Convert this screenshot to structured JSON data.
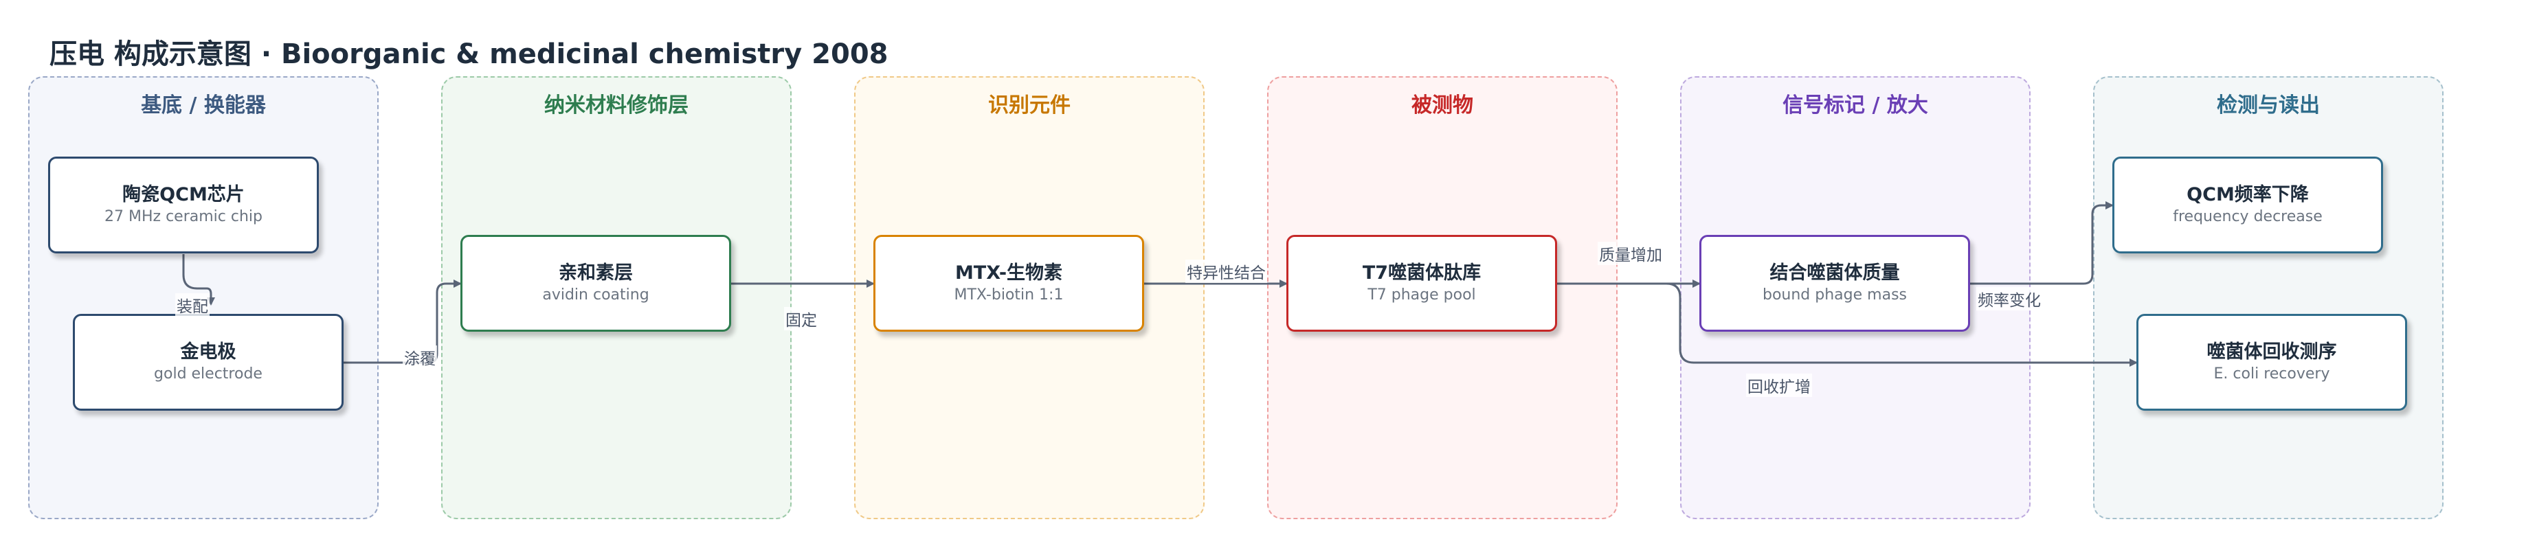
{
  "title": "压电 构成示意图 · Bioorganic & medicinal chemistry 2008",
  "groups": [
    {
      "label": "基底 / 换能器",
      "color": "#3d5a80",
      "bg": "#f4f6fb",
      "border": "#9aa8c7"
    },
    {
      "label": "纳米材料修饰层",
      "color": "#2e7d4f",
      "bg": "#f1f8f2",
      "border": "#9ccaa8"
    },
    {
      "label": "识别元件",
      "color": "#c77700",
      "bg": "#fffaf0",
      "border": "#f0c987"
    },
    {
      "label": "被测物",
      "color": "#c62828",
      "bg": "#fff4f4",
      "border": "#ee9f9f"
    },
    {
      "label": "信号标记 / 放大",
      "color": "#6a3fb5",
      "bg": "#f7f4fc",
      "border": "#bda9de"
    },
    {
      "label": "检测与读出",
      "color": "#2f6d8c",
      "bg": "#f3f7f8",
      "border": "#a5c0cc"
    }
  ],
  "nodes": [
    {
      "id": "qcm_chip",
      "title": "陶瓷QCM芯片",
      "sub": "27 MHz ceramic chip",
      "border": "#2d4a6e"
    },
    {
      "id": "gold_electrode",
      "title": "金电极",
      "sub": "gold electrode",
      "border": "#2d4a6e"
    },
    {
      "id": "avidin",
      "title": "亲和素层",
      "sub": "avidin coating",
      "border": "#2e7d4f"
    },
    {
      "id": "mtx",
      "title": "MTX-生物素",
      "sub": "MTX-biotin 1:1",
      "border": "#d98300"
    },
    {
      "id": "phage_pool",
      "title": "T7噬菌体肽库",
      "sub": "T7 phage pool",
      "border": "#c62828"
    },
    {
      "id": "bound_mass",
      "title": "结合噬菌体质量",
      "sub": "bound phage mass",
      "border": "#6a3fb5"
    },
    {
      "id": "freq_down",
      "title": "QCM频率下降",
      "sub": "frequency decrease",
      "border": "#2f6d8c"
    },
    {
      "id": "ecoli",
      "title": "噬菌体回收测序",
      "sub": "E. coli recovery",
      "border": "#2f6d8c"
    }
  ],
  "edge_labels": {
    "assemble": "装配",
    "coat": "涂覆",
    "fix": "固定",
    "specific_binding": "特异性结合",
    "mass_increase": "质量增加",
    "freq_change": "频率变化",
    "recover_amplify": "回收扩增"
  },
  "colors": {
    "edge": "#5a6577",
    "title": "#1f2d3d"
  }
}
